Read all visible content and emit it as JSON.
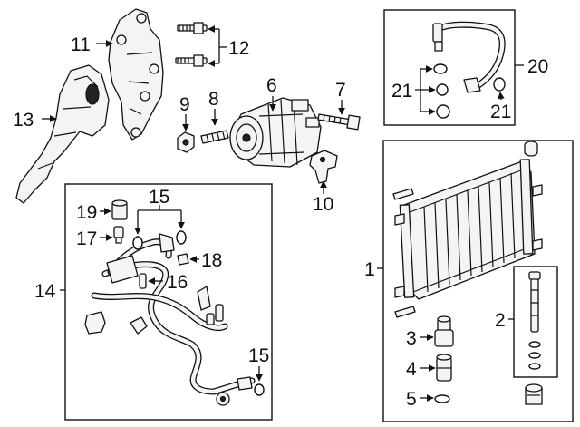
{
  "callouts": {
    "c1": "1",
    "c2": "2",
    "c3": "3",
    "c4": "4",
    "c5": "5",
    "c6": "6",
    "c7": "7",
    "c8": "8",
    "c9": "9",
    "c10": "10",
    "c11": "11",
    "c12": "12",
    "c13": "13",
    "c14": "14",
    "c15a": "15",
    "c15b": "15",
    "c16": "16",
    "c17": "17",
    "c18": "18",
    "c19": "19",
    "c20": "20",
    "c21a": "21",
    "c21b": "21"
  }
}
